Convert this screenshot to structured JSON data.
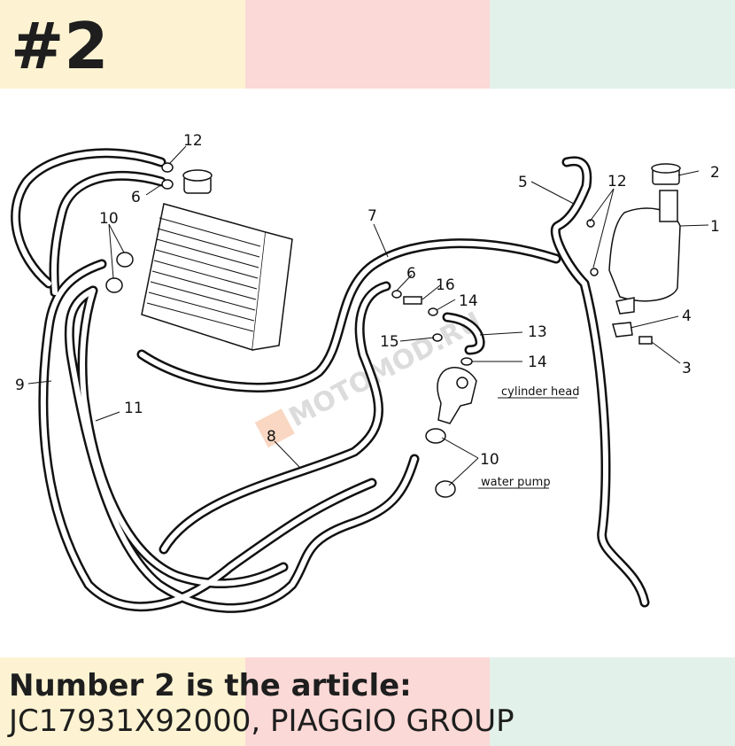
{
  "header": {
    "badge": "#2",
    "colors": {
      "yellow": "#fdf3d2",
      "pink": "#fbd9d6",
      "mint": "#e2f2ea"
    }
  },
  "diagram": {
    "watermark": "MOTOMOD.RU",
    "callouts": [
      "1",
      "2",
      "3",
      "4",
      "5",
      "6",
      "6",
      "7",
      "8",
      "9",
      "10",
      "10",
      "11",
      "12",
      "12",
      "13",
      "14",
      "14",
      "15",
      "16"
    ],
    "labels": {
      "cylinder_head": "cylinder head",
      "water_pump": "water pump"
    }
  },
  "caption": {
    "line1": "Number 2 is the article:",
    "line2": "JC17931X92000, PIAGGIO GROUP"
  }
}
